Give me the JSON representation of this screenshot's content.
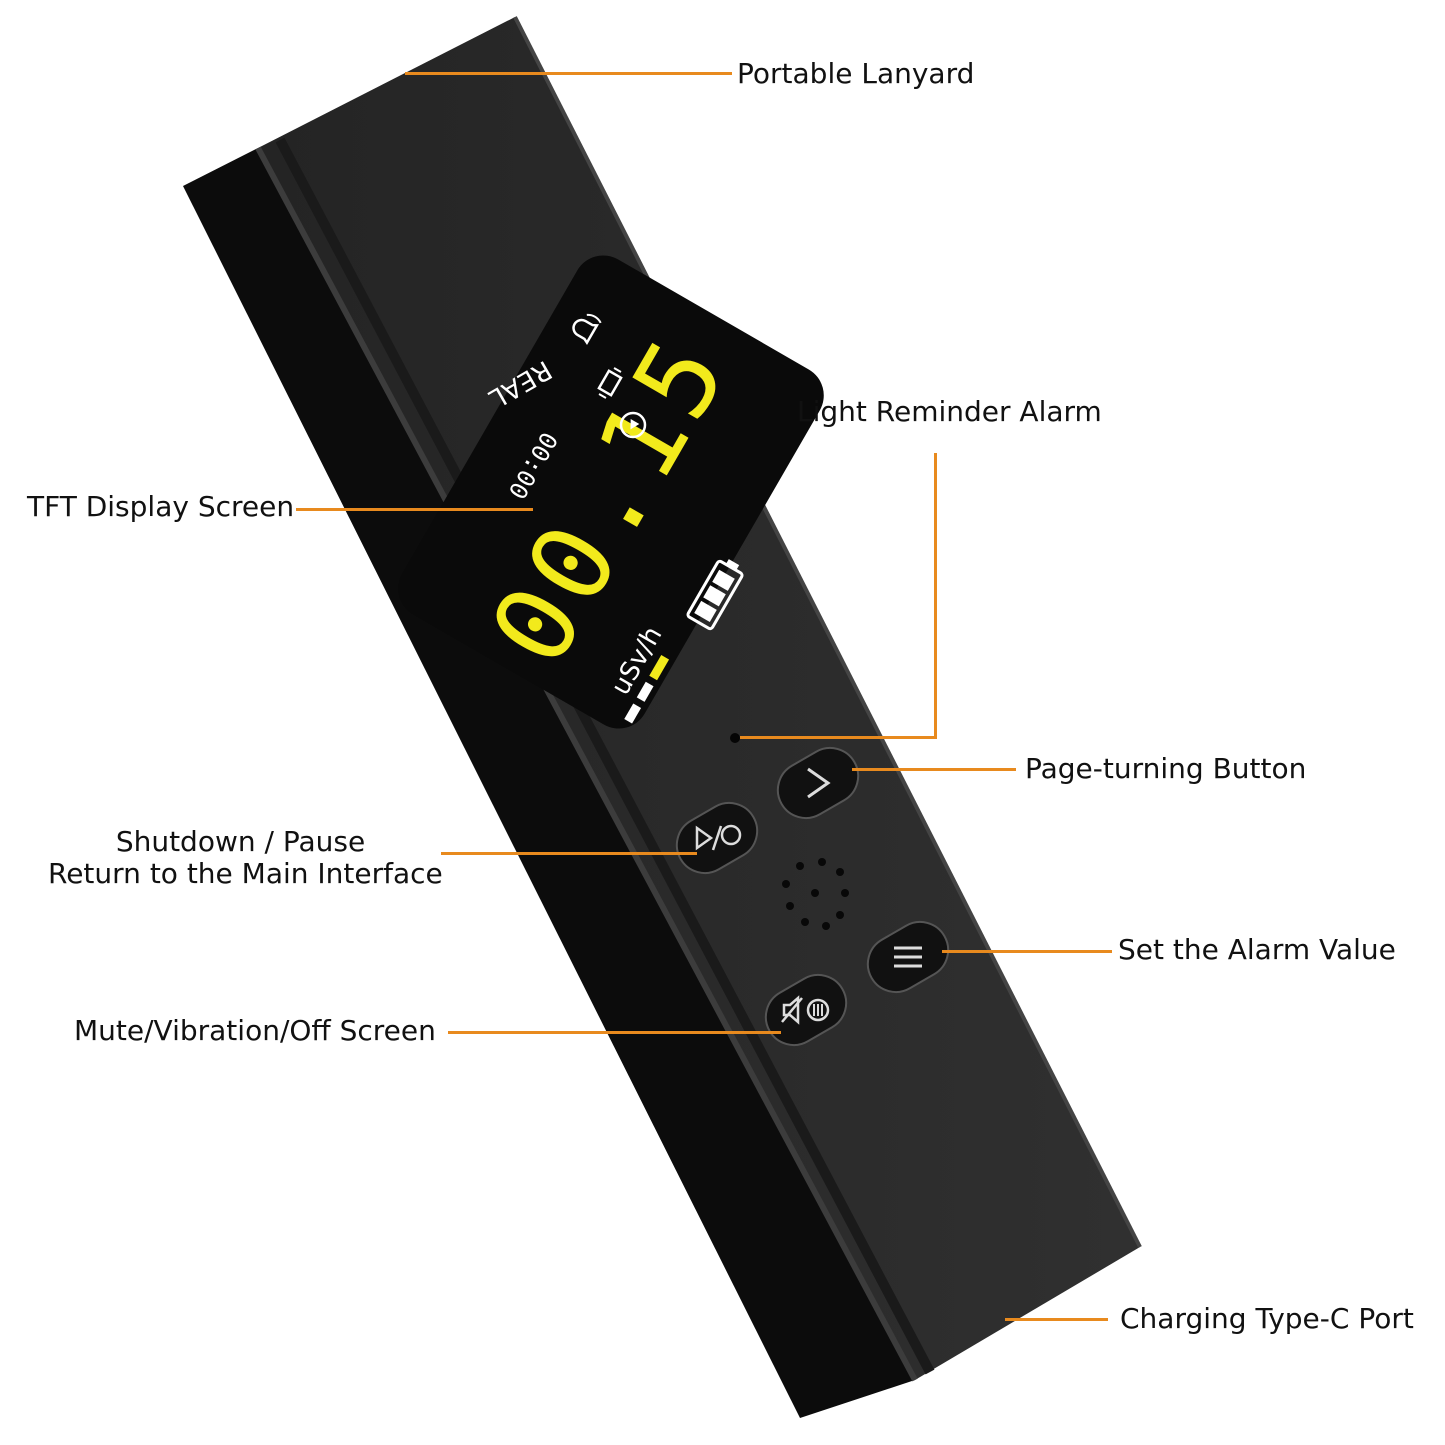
{
  "colors": {
    "leader": "#e88a1e",
    "body": "#2a2a2a",
    "screen": "#0a0a0a",
    "reading": "#f2ea1c",
    "text": "#111111"
  },
  "labels": {
    "portable_lanyard": "Portable Lanyard",
    "light_reminder_alarm": "Light Reminder Alarm",
    "tft_display_screen": "TFT Display Screen",
    "page_turning_button": "Page-turning Button",
    "shutdown_line1": "Shutdown / Pause",
    "shutdown_line2": "Return to the Main Interface",
    "set_alarm_value": "Set the Alarm Value",
    "mute_vibration": "Mute/Vibration/Off Screen",
    "charging_port": "Charging Type-C Port"
  },
  "display": {
    "mode": "REAL",
    "reading": "00.15",
    "unit": "uSv/h",
    "timer": "00:00"
  },
  "icons": {
    "alarm": "bell-icon",
    "vibration": "vibration-icon",
    "play": "play-icon",
    "battery": "battery-icon",
    "page_turn": "chevron-right-icon",
    "power_pause": "play-pause-power-icon",
    "menu": "menu-icon",
    "mute": "mute-icon"
  }
}
